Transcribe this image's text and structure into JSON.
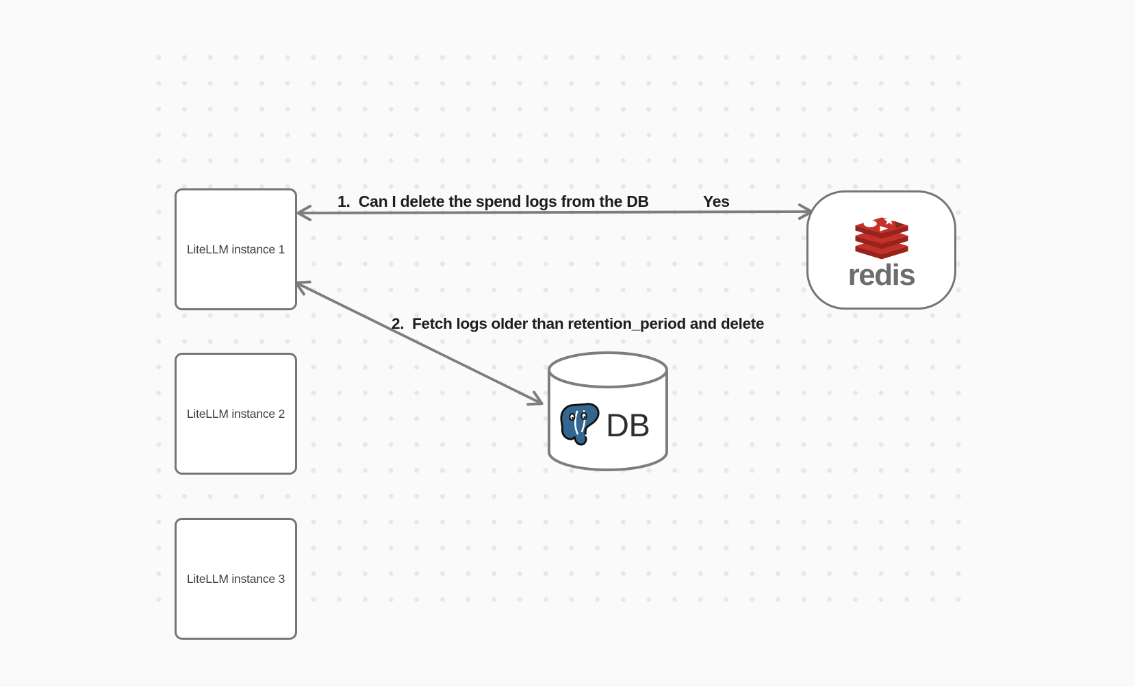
{
  "diagram": {
    "nodes": {
      "instance1": "LiteLLM instance 1",
      "instance2": "LiteLLM instance 2",
      "instance3": "LiteLLM instance 3",
      "redis": "redis",
      "db": "DB"
    },
    "edges": {
      "step1_label": "1.  Can I delete the spend logs from the DB",
      "step1_response": "Yes",
      "step2_label": "2.  Fetch logs older than retention_period and delete"
    },
    "icons": {
      "redis_logo": "redis-stack-icon",
      "postgres_logo": "postgresql-elephant-icon",
      "db_cylinder": "database-cylinder-shape"
    },
    "colors": {
      "canvas_background": "#fafafa",
      "grid_dot": "#e8e8e8",
      "node_border": "#757575",
      "arrow": "#7d7d7d",
      "label_text": "#1d1d1d",
      "node_text": "#3f3f3f",
      "redis_red": "#c6302b",
      "redis_red_dark": "#98231a",
      "redis_notch_red": "#8f231b",
      "redis_wordmark_gray": "#6d6d6d",
      "postgres_blue": "#336791"
    }
  }
}
